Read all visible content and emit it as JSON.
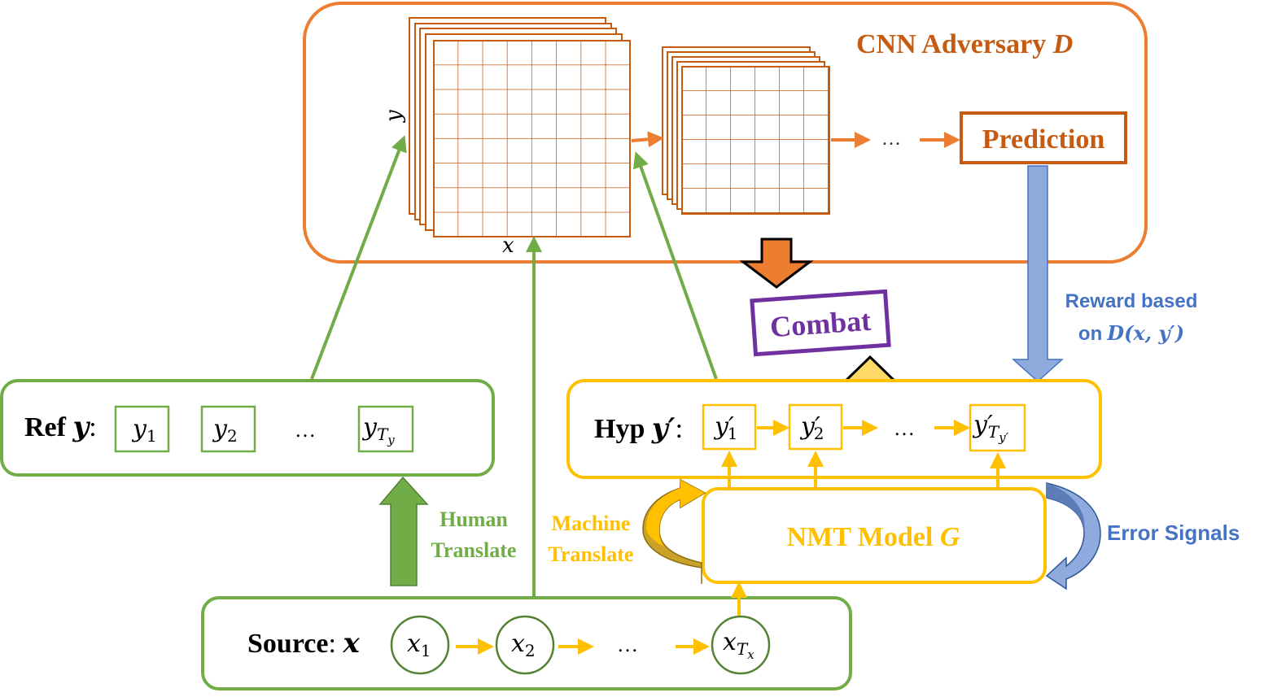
{
  "cnn_box": {
    "title": "CNN Adversary",
    "title_symbol": "D",
    "axis_y": "y",
    "axis_x": "x",
    "ellipsis": "…",
    "prediction_label": "Prediction"
  },
  "combat": {
    "label": "Combat"
  },
  "reward": {
    "line1": "Reward based",
    "line2_prefix": "on",
    "line2_math": "D(x, y′)"
  },
  "ref_box": {
    "label": "Ref",
    "symbol": "y",
    "colon": ":",
    "tokens": [
      "y",
      "y",
      "y"
    ],
    "subscripts": [
      "1",
      "2",
      "T"
    ],
    "last_sub_sub": "y",
    "ellipsis": "…"
  },
  "hyp_box": {
    "label": "Hyp",
    "symbol": "y′",
    "colon": ":",
    "tokens": [
      "y′",
      "y′",
      "y′"
    ],
    "subscripts": [
      "1",
      "2",
      "T"
    ],
    "last_sub_sub": "y′",
    "ellipsis": "…"
  },
  "nmt_box": {
    "label": "NMT Model",
    "symbol": "G"
  },
  "source_box": {
    "label": "Source",
    "colon": ":",
    "symbol": "x",
    "tokens": [
      "x",
      "x",
      "x"
    ],
    "subscripts": [
      "1",
      "2",
      "T"
    ],
    "last_sub_sub": "x",
    "ellipsis": "…"
  },
  "human_translate": {
    "line1": "Human",
    "line2": "Translate"
  },
  "machine_translate": {
    "line1": "Machine",
    "line2": "Translate"
  },
  "error_signals": {
    "label": "Error Signals"
  },
  "colors": {
    "orange": "#ED7D31",
    "orange_text": "#C55A11",
    "green": "#70AD47",
    "yellow": "#FFC000",
    "purple": "#7030A0",
    "blue": "#4472C4",
    "light_blue": "#8FAADC",
    "dark_blue": "#5B7DB8"
  }
}
